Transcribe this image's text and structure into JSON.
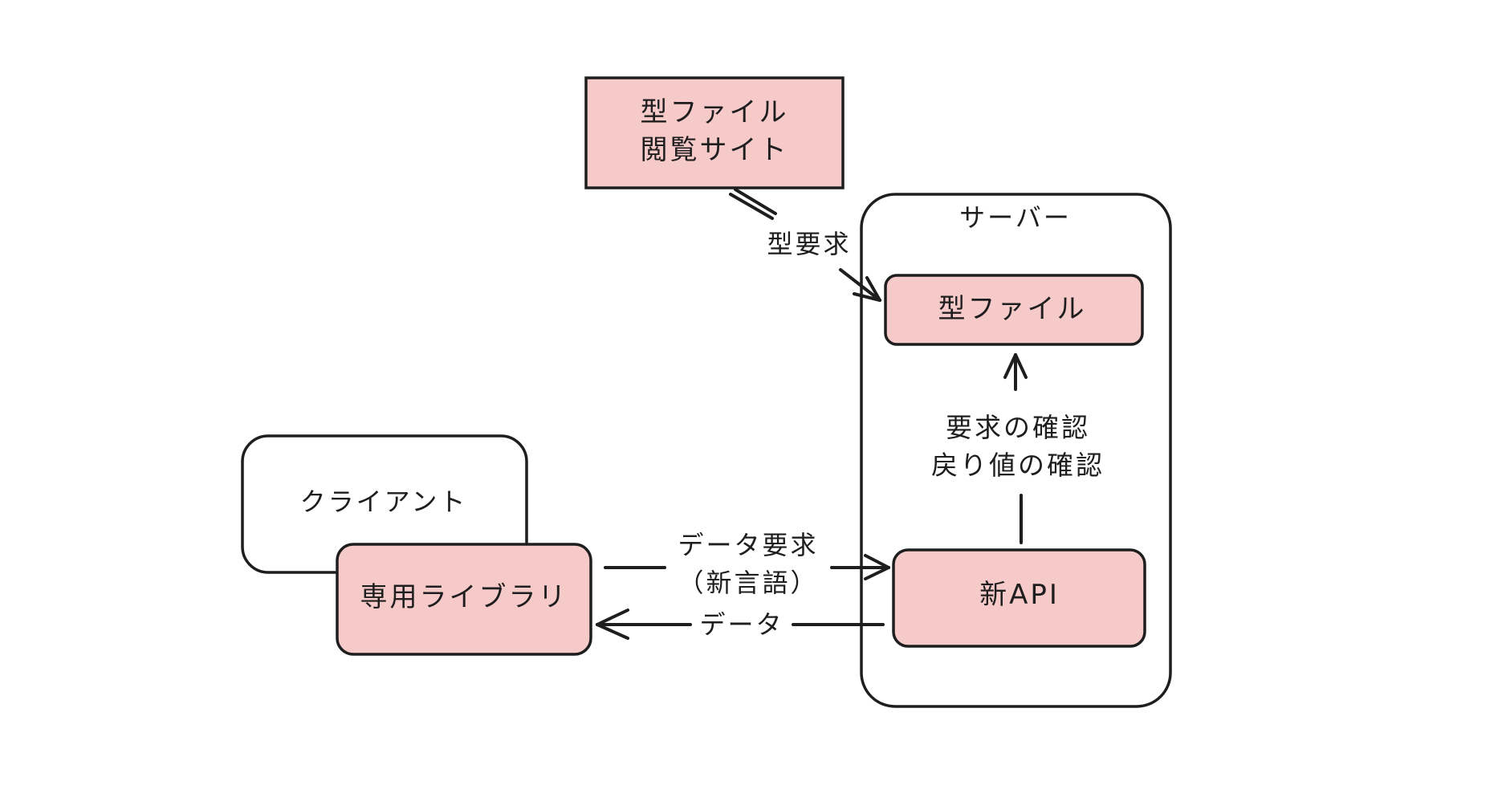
{
  "colors": {
    "node_fill": "#f7caca",
    "stroke": "#1e1e1e",
    "background": "#ffffff"
  },
  "nodes": {
    "type_viewer": {
      "line1": "型ファイル",
      "line2": "閲覧サイト"
    },
    "server": {
      "label": "サーバー"
    },
    "type_file": {
      "label": "型ファイル"
    },
    "new_api": {
      "label": "新API"
    },
    "client": {
      "label": "クライアント"
    },
    "library": {
      "label": "専用ライブラリ"
    }
  },
  "edges": {
    "type_request": {
      "label": "型要求"
    },
    "check": {
      "line1": "要求の確認",
      "line2": "戻り値の確認"
    },
    "data_request": {
      "line1": "データ要求",
      "line2": "（新言語）"
    },
    "data_response": {
      "label": "データ"
    }
  }
}
